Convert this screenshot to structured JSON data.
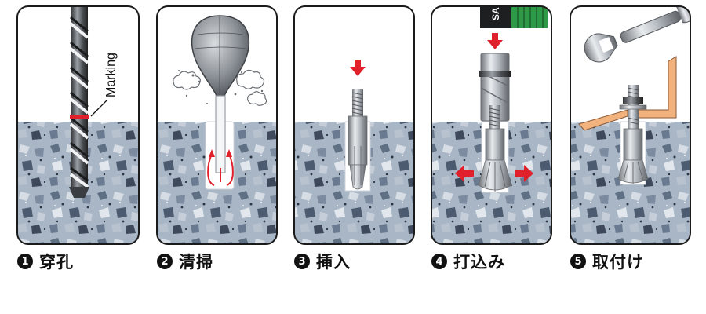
{
  "steps": [
    {
      "number": "1",
      "label": "穿孔",
      "annotation": "Marking"
    },
    {
      "number": "2",
      "label": "清掃"
    },
    {
      "number": "3",
      "label": "挿入"
    },
    {
      "number": "4",
      "label": "打込み",
      "tool_text": "SA"
    },
    {
      "number": "5",
      "label": "取付け"
    }
  ],
  "colors": {
    "concrete": "#aab7c6",
    "marking": "#e0202a",
    "arrow": "#e0202a",
    "bracket": "#f2b27d",
    "tool_grip": "#2e9a48"
  },
  "icons": [
    "drill-bit-icon",
    "blower-bulb-icon",
    "anchor-icon",
    "setting-tool-icon",
    "wrench-icon"
  ]
}
